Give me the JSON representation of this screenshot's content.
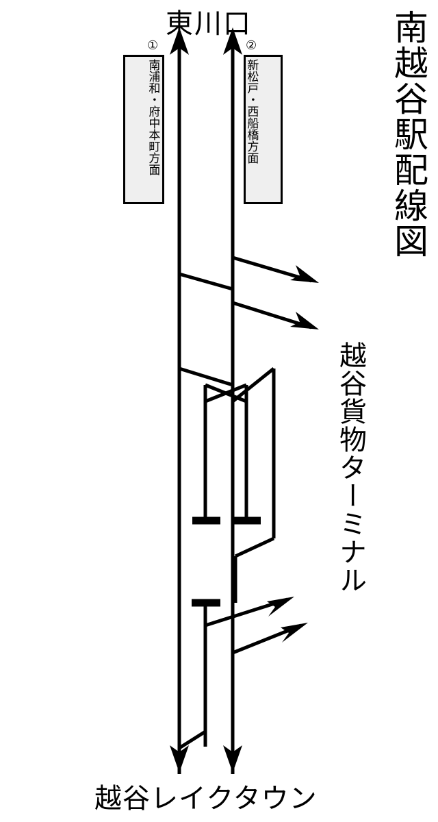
{
  "title": {
    "main": "南越谷駅配線図"
  },
  "stations": {
    "top": "東川口",
    "bottom": "越谷レイクタウン"
  },
  "labels": {
    "freight_terminal": "越谷貨物ターミナル"
  },
  "platforms": [
    {
      "number": "①",
      "direction": "南浦和・府中本町方面"
    },
    {
      "number": "②",
      "direction": "新松戸・西船橋方面"
    }
  ],
  "colors": {
    "line": "#000000",
    "platform_fill": "#efefef",
    "background": "#ffffff"
  },
  "diagram": {
    "type": "railway-track-layout",
    "track_count": 4,
    "main_line_x": [
      262,
      340
    ],
    "siding_x": [
      300,
      360,
      400
    ],
    "buffer_stops": 3,
    "crossovers": 1,
    "branch_arrows": 4
  }
}
